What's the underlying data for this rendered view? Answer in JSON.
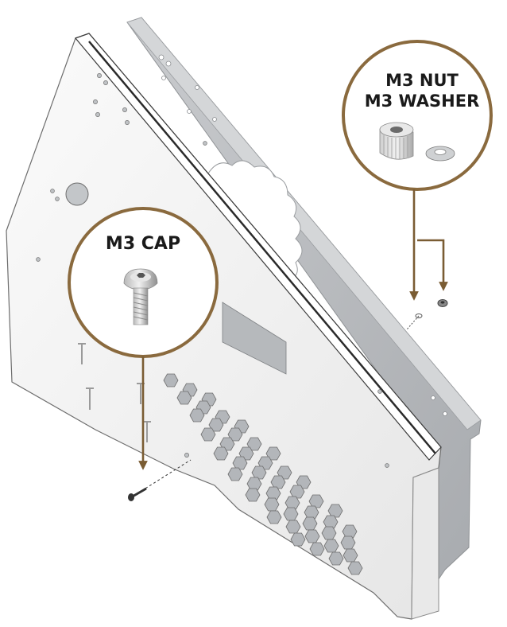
{
  "colors": {
    "callout_ring": "#8a6a3e",
    "arrow": "#7a5c33",
    "front_plate": "#f4f4f4",
    "back_plate": "#b9bcc0",
    "edge": "#3a3a3a"
  },
  "callouts": {
    "nut": {
      "line1": "M3 NUT",
      "line2": "M3 WASHER"
    },
    "cap": {
      "line1": "M3 CAP"
    }
  },
  "parts": {
    "nut_icon": "knurled-nut-icon",
    "washer_icon": "split-washer-icon",
    "screw_icon": "button-head-screw-icon"
  }
}
